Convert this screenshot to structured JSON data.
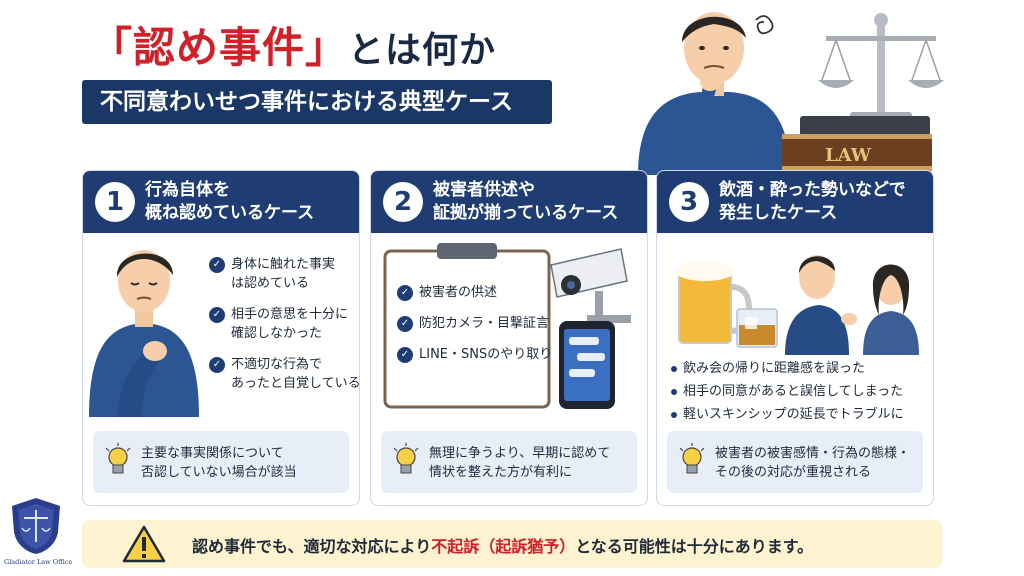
{
  "title": {
    "quote_open": "「",
    "keyword": "認め事件",
    "quote_close": "」",
    "rest": "とは何か"
  },
  "subtitle": "不同意わいせつ事件における典型ケース",
  "hero": {
    "book_label": "LAW"
  },
  "cards": [
    {
      "number": "1",
      "head_line1": "行為自体を",
      "head_line2": "概ね認めているケース",
      "checks": [
        {
          "line1": "身体に触れた事実",
          "line2": "は認めている"
        },
        {
          "line1": "相手の意思を十分に",
          "line2": "確認しなかった"
        },
        {
          "line1": "不適切な行為で",
          "line2": "あったと自覚している"
        }
      ],
      "tip_line1": "主要な事実関係について",
      "tip_line2": "否認していない場合が該当"
    },
    {
      "number": "2",
      "head_line1": "被害者供述や",
      "head_line2": "証拠が揃っているケース",
      "checks": [
        {
          "line1": "被害者の供述"
        },
        {
          "line1": "防犯カメラ・目撃証言"
        },
        {
          "line1": "LINE・SNSのやり取り"
        }
      ],
      "tip_line1": "無理に争うより、早期に認めて",
      "tip_line2": "情状を整えた方が有利に"
    },
    {
      "number": "3",
      "head_line1": "飲酒・酔った勢いなどで",
      "head_line2": "発生したケース",
      "bullets": [
        "飲み会の帰りに距離感を誤った",
        "相手の同意があると誤信してしまった",
        "軽いスキンシップの延長でトラブルに"
      ],
      "tip_line1": "被害者の被害感情・行為の態様・",
      "tip_line2": "その後の対応が重視される"
    }
  ],
  "note": {
    "before": "認め事件でも、適切な対応により",
    "highlight": "不起訴（起訴猶予）",
    "after": "となる可能性は十分にあります。"
  },
  "logo": {
    "text": "Gladiator Law Office"
  },
  "colors": {
    "navy": "#1f3d73",
    "red": "#d0202a",
    "tip_bg": "#e8eef7",
    "note_bg": "#fdf3d0"
  }
}
